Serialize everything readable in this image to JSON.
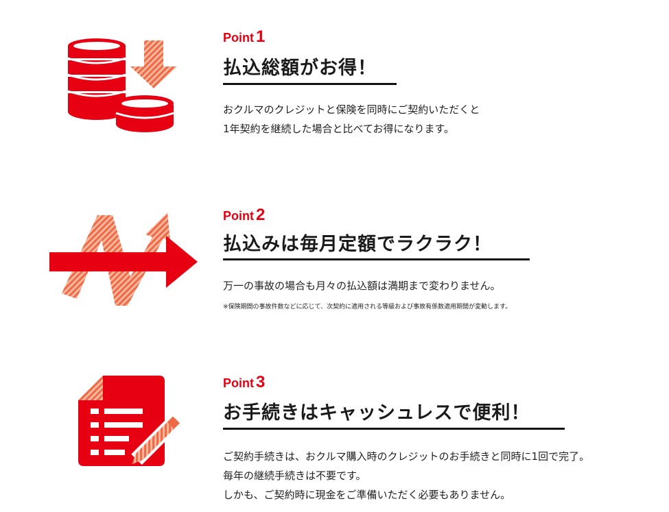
{
  "colors": {
    "accent": "#e60012",
    "stripe_orange": "#f08a6a",
    "text": "#222222"
  },
  "points": [
    {
      "label": "Point",
      "number": "1",
      "title": "払込総額がお得！",
      "icon": "coins-down-arrow-icon",
      "description": [
        "おクルマのクレジットと保険を同時にご契約いただくと",
        "1年契約を継続した場合と比べてお得になります。"
      ],
      "note": ""
    },
    {
      "label": "Point",
      "number": "2",
      "title": "払込みは毎月定額でラクラク！",
      "icon": "flat-arrow-zigzag-icon",
      "description": [
        "万一の事故の場合も月々の払込額は満期まで変わりません。"
      ],
      "note": "※保険期間の事故件数などに応じて、次契約に適用される等級および事故有係数適用期間が変動します。"
    },
    {
      "label": "Point",
      "number": "3",
      "title": "お手続きはキャッシュレスで便利！",
      "icon": "document-pencil-icon",
      "description": [
        "ご契約手続きは、おクルマ購入時のクレジットのお手続きと同時に1回で完了。",
        "毎年の継続手続きは不要です。",
        "しかも、ご契約時に現金をご準備いただく必要もありません。"
      ],
      "note": ""
    }
  ]
}
